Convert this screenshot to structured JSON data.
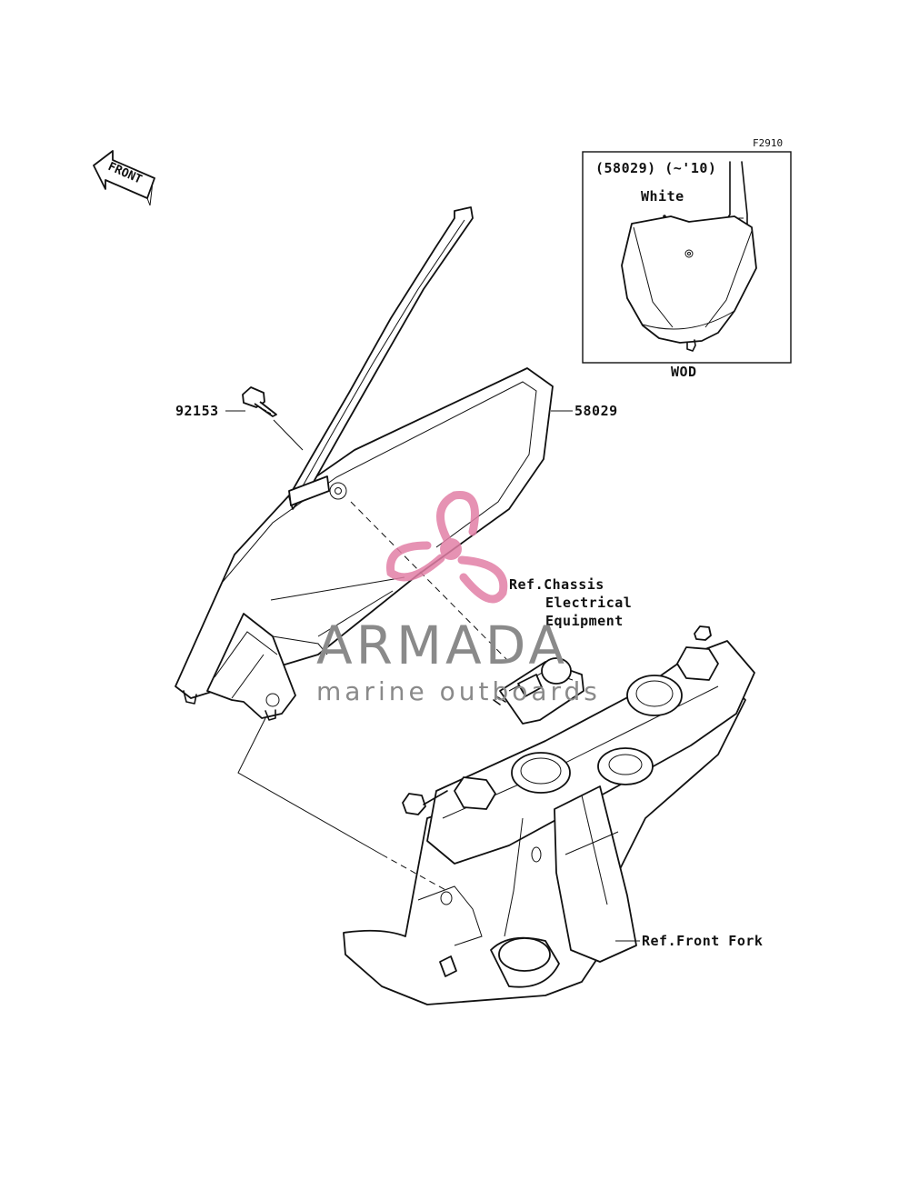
{
  "diagram": {
    "code": "F2910",
    "front_label": "FRONT",
    "inset": {
      "header": "(58029) (~'10)",
      "color_note": "White",
      "caption": "WOD"
    },
    "callouts": [
      {
        "id": "bolt",
        "text": "92153"
      },
      {
        "id": "plate",
        "text": "58029"
      },
      {
        "id": "chassis_1",
        "text": "Ref.Chassis"
      },
      {
        "id": "chassis_2",
        "text": "Electrical"
      },
      {
        "id": "chassis_3",
        "text": "Equipment"
      },
      {
        "id": "fork",
        "text": "Ref.Front Fork"
      }
    ]
  },
  "watermark": {
    "brand": "ARMADA",
    "tagline": "marine outboards",
    "colors": {
      "logo": "#e27fa6",
      "text": "#8a8a8a"
    }
  }
}
